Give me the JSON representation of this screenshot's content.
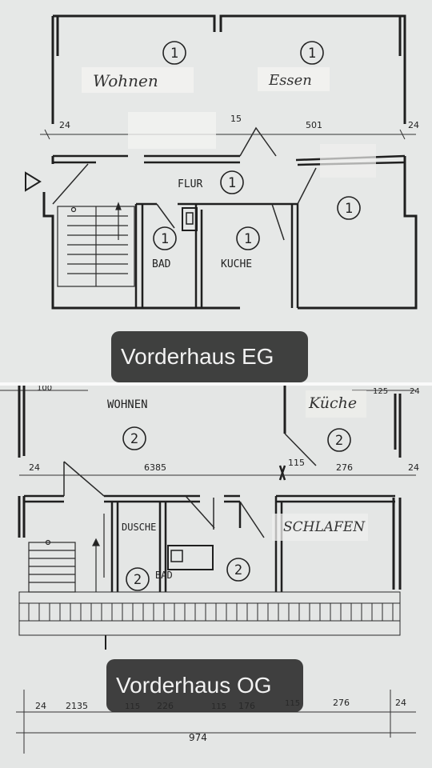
{
  "panels": [
    {
      "caption": "Vorderhaus EG",
      "labels": {
        "wohnen": "Wohnen",
        "essen": "Essen",
        "flur": "FLUR",
        "bad": "BAD",
        "kueche": "KUCHE",
        "room_number": "1"
      },
      "dimensions": {
        "d24_left": "24",
        "d15": "15",
        "d501": "501",
        "d24_right": "24"
      }
    },
    {
      "caption": "Vorderhaus OG",
      "labels": {
        "wohnen": "WOHNEN",
        "kueche": "Küche",
        "dusche": "DUSCHE",
        "bad": "BAD",
        "schlafen": "SCHLAFEN",
        "room_number": "2"
      },
      "dimensions": {
        "top_100": "100",
        "top_125": "125",
        "top_24": "24",
        "d24_left": "24",
        "d6385": "6385",
        "d115": "115",
        "d276_upper": "276",
        "d24_right": "24",
        "bottom_24_left": "24",
        "bottom_2135": "2135",
        "bottom_115_a": "115",
        "bottom_226": "226",
        "bottom_115_b": "115",
        "bottom_176": "176",
        "bottom_115_c": "115",
        "bottom_276": "276",
        "bottom_24_right": "24",
        "bottom_974": "974"
      }
    }
  ]
}
